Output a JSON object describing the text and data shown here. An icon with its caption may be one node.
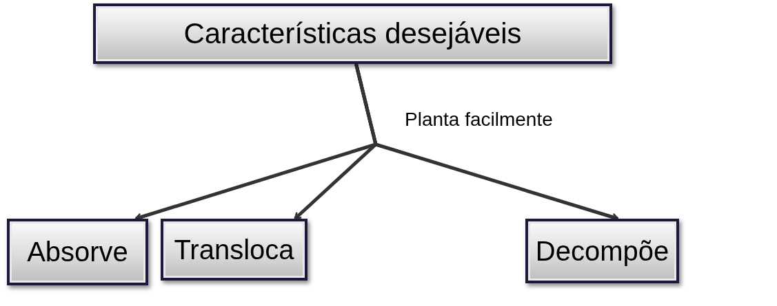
{
  "diagram": {
    "nodes": [
      {
        "text": [
          "Características desejáveis"
        ]
      },
      {
        "text": [
          "Absorve"
        ]
      },
      {
        "text": [
          "Transloca"
        ]
      },
      {
        "text": [
          "Decompõe"
        ]
      }
    ],
    "edges": [
      {
        "from": 0,
        "to": 1,
        "arrow": "to"
      },
      {
        "from": 0,
        "to": 2,
        "arrow": "to"
      },
      {
        "from": 0,
        "to": 3,
        "arrow": "to"
      }
    ],
    "labels": [
      "Planta facilmente"
    ]
  }
}
